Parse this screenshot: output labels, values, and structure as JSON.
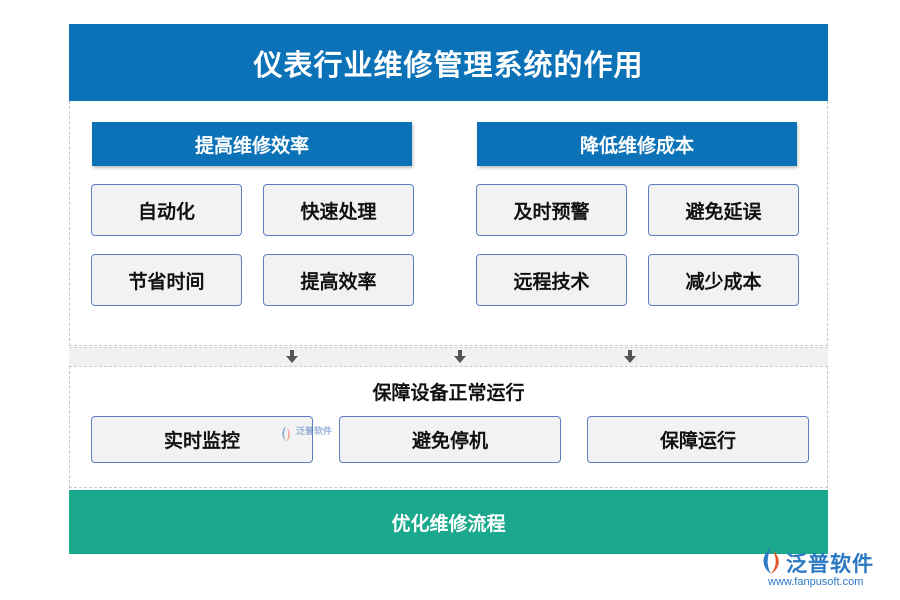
{
  "title": "仪表行业维修管理系统的作用",
  "left_section": {
    "title": "提高维修效率",
    "items": [
      "自动化",
      "快速处理",
      "节省时间",
      "提高效率"
    ]
  },
  "right_section": {
    "title": "降低维修成本",
    "items": [
      "及时预警",
      "避免延误",
      "远程技术",
      "减少成本"
    ]
  },
  "middle_section": {
    "title": "保障设备正常运行",
    "items": [
      "实时监控",
      "避免停机",
      "保障运行"
    ]
  },
  "footer": "优化维修流程",
  "watermark": {
    "center_text": "泛普软件",
    "logo_text": "泛普软件",
    "url": "www.fanpusoft.com"
  },
  "colors": {
    "header": "#0b72b8",
    "footer": "#1aa98d",
    "box_border": "#5b7ec3",
    "box_fill": "#f2f2f2"
  }
}
